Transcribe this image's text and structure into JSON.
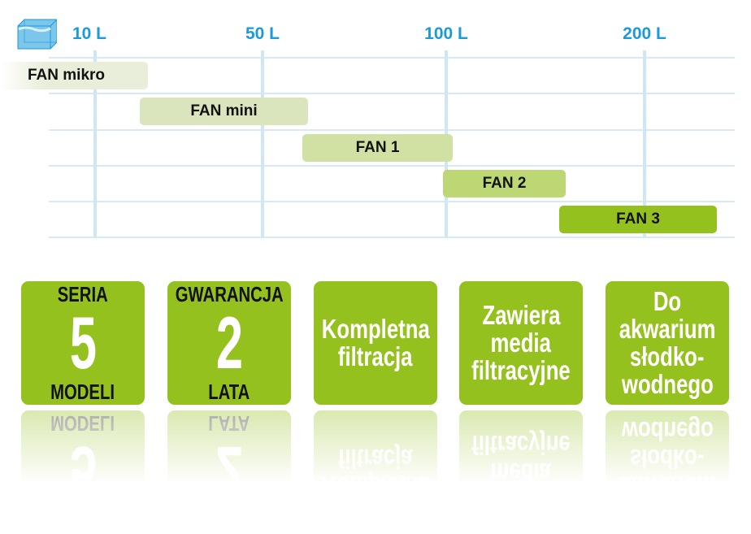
{
  "axis_labels": [
    "10 L",
    "50 L",
    "100 L",
    "200 L"
  ],
  "models": [
    {
      "name": "FAN mikro",
      "color": "#e9eedb"
    },
    {
      "name": "FAN mini",
      "color": "#dbe5bd"
    },
    {
      "name": "FAN 1",
      "color": "#d0e1a3"
    },
    {
      "name": "FAN 2",
      "color": "#bdd774"
    },
    {
      "name": "FAN 3",
      "color": "#95c11f"
    }
  ],
  "tiles": [
    {
      "top": "SERIA",
      "number": "5",
      "bottom": "MODELI"
    },
    {
      "top": "GWARANCJA",
      "number": "2",
      "bottom": "LATA"
    },
    {
      "lines": [
        "Kompletna",
        "filtracja"
      ]
    },
    {
      "lines": [
        "Zawiera",
        "media",
        "filtracyjne"
      ]
    },
    {
      "lines": [
        "Do",
        "akwarium",
        "słodko-",
        "wodnego"
      ]
    }
  ],
  "colors": {
    "accent": "#95c11f",
    "axis": "#1b9ad8"
  }
}
